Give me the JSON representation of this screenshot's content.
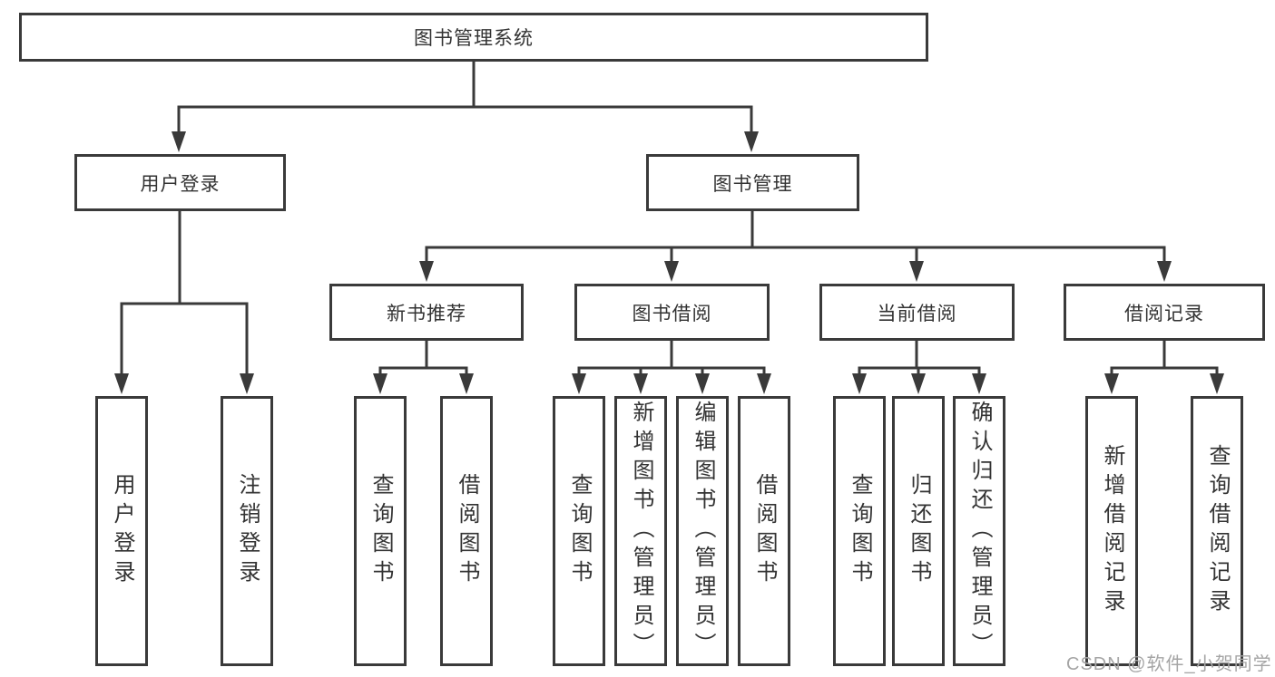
{
  "diagram": {
    "root": {
      "label": "图书管理系统"
    },
    "level2": {
      "user_login": {
        "label": "用户登录"
      },
      "book_mgmt": {
        "label": "图书管理"
      }
    },
    "level3": {
      "new_books": {
        "label": "新书推荐"
      },
      "book_borrow": {
        "label": "图书借阅"
      },
      "current_borrow": {
        "label": "当前借阅"
      },
      "borrow_records": {
        "label": "借阅记录"
      }
    },
    "leaves": {
      "user_login_leaf": {
        "label": "用户登录"
      },
      "logout": {
        "label": "注销登录"
      },
      "nb_query_book": {
        "label": "查询图书"
      },
      "nb_borrow_book": {
        "label": "借阅图书"
      },
      "bb_query_book": {
        "label": "查询图书"
      },
      "bb_add_book": {
        "label": "新增图书（管理员）"
      },
      "bb_edit_book": {
        "label": "编辑图书（管理员）"
      },
      "bb_borrow_book": {
        "label": "借阅图书"
      },
      "cb_query_book": {
        "label": "查询图书"
      },
      "cb_return_book": {
        "label": "归还图书"
      },
      "cb_confirm_return": {
        "label": "确认归还（管理员）"
      },
      "br_add_record": {
        "label": "新增借阅记录"
      },
      "br_query_record": {
        "label": "查询借阅记录"
      }
    }
  },
  "watermark": {
    "text": "CSDN @软件_小贺同学"
  },
  "colors": {
    "line": "#3a3a3a",
    "text": "#333333",
    "box_background": "#ffffff",
    "watermark": "#a5a5a5"
  }
}
